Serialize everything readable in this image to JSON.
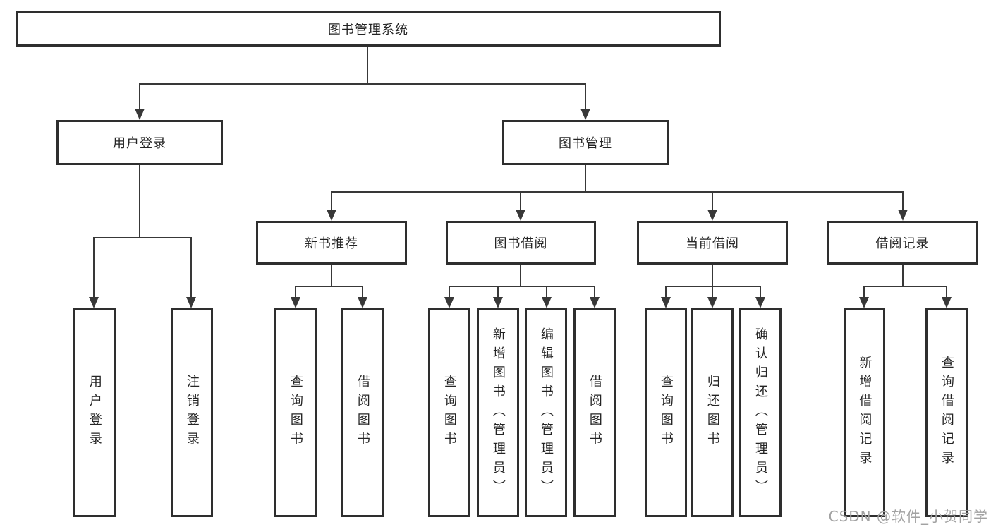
{
  "tree": {
    "root": "图书管理系统",
    "level2": [
      "用户登录",
      "图书管理"
    ],
    "level3": [
      "新书推荐",
      "图书借阅",
      "当前借阅",
      "借阅记录"
    ],
    "leaves": [
      "用户登录",
      "注销登录",
      "查询图书",
      "借阅图书",
      "查询图书",
      "新增图书（管理员）",
      "编辑图书（管理员）",
      "借阅图书",
      "查询图书",
      "归还图书",
      "确认归还（管理员）",
      "新增借阅记录",
      "查询借阅记录"
    ]
  },
  "watermark": "CSDN @软件_小贺同学",
  "colors": {
    "line": "#383838",
    "border": "#2e2e2e",
    "text": "#242424",
    "background": "#ffffff",
    "watermark": "#a2a2a2"
  }
}
